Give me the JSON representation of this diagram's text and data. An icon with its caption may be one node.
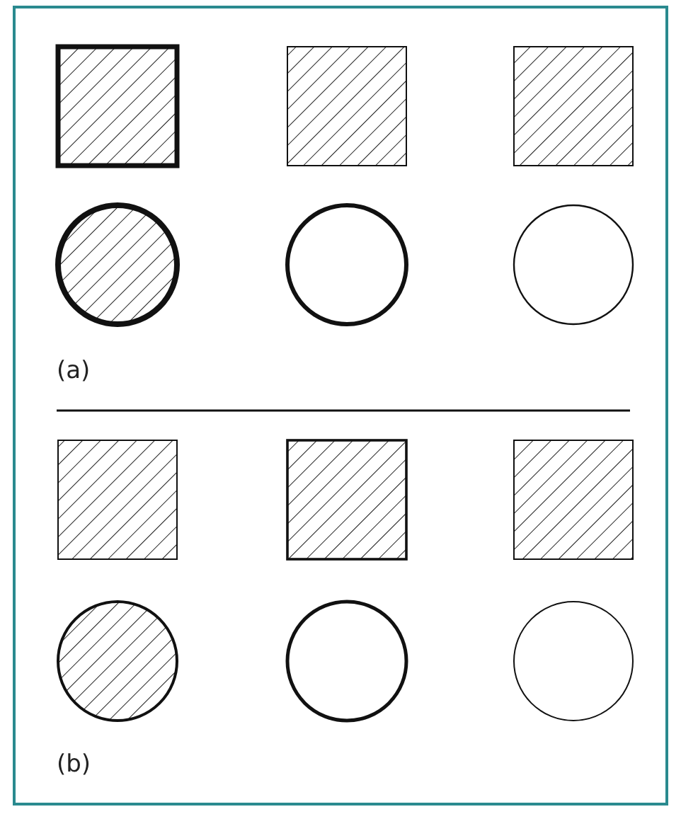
{
  "diagram": {
    "nodes": [
      {
        "text": [],
        "shape": "box"
      },
      {
        "text": [],
        "shape": "box"
      },
      {
        "text": [],
        "shape": "box"
      },
      {
        "text": [],
        "shape": "circle"
      },
      {
        "text": [],
        "shape": "circle"
      },
      {
        "text": [],
        "shape": "circle"
      },
      {
        "text": [],
        "shape": "box"
      },
      {
        "text": [],
        "shape": "box"
      },
      {
        "text": [],
        "shape": "box"
      },
      {
        "text": [],
        "shape": "circle"
      },
      {
        "text": [],
        "shape": "circle"
      },
      {
        "text": [],
        "shape": "circle"
      }
    ],
    "labels": [
      "(a)",
      "(b)"
    ]
  }
}
